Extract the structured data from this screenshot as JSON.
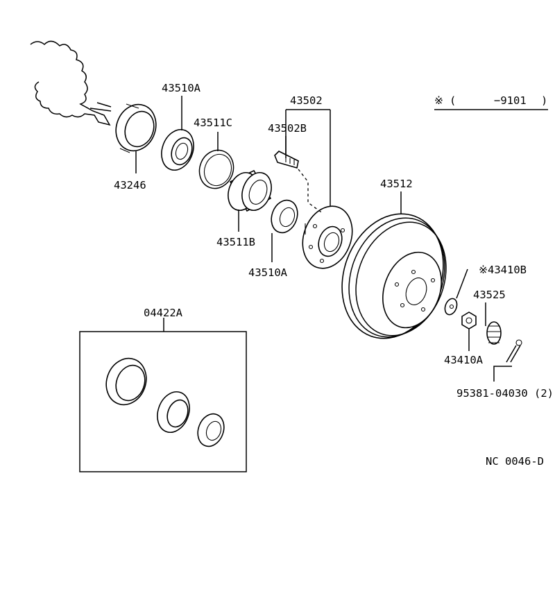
{
  "diagram_id": "NC 0046-D",
  "note": {
    "symbol": "※",
    "open": "(",
    "range": "−9101",
    "close": ")"
  },
  "parts": {
    "p43510A_top": "43510A",
    "p43246": "43246",
    "p43511C": "43511C",
    "p43502": "43502",
    "p43502B": "43502B",
    "p43511B": "43511B",
    "p43510A_bottom": "43510A",
    "p43512": "43512",
    "p43410B": "※43410B",
    "p43525": "43525",
    "p43410A": "43410A",
    "p95381": "95381-04030 (2)",
    "p04422A": "04422A"
  }
}
